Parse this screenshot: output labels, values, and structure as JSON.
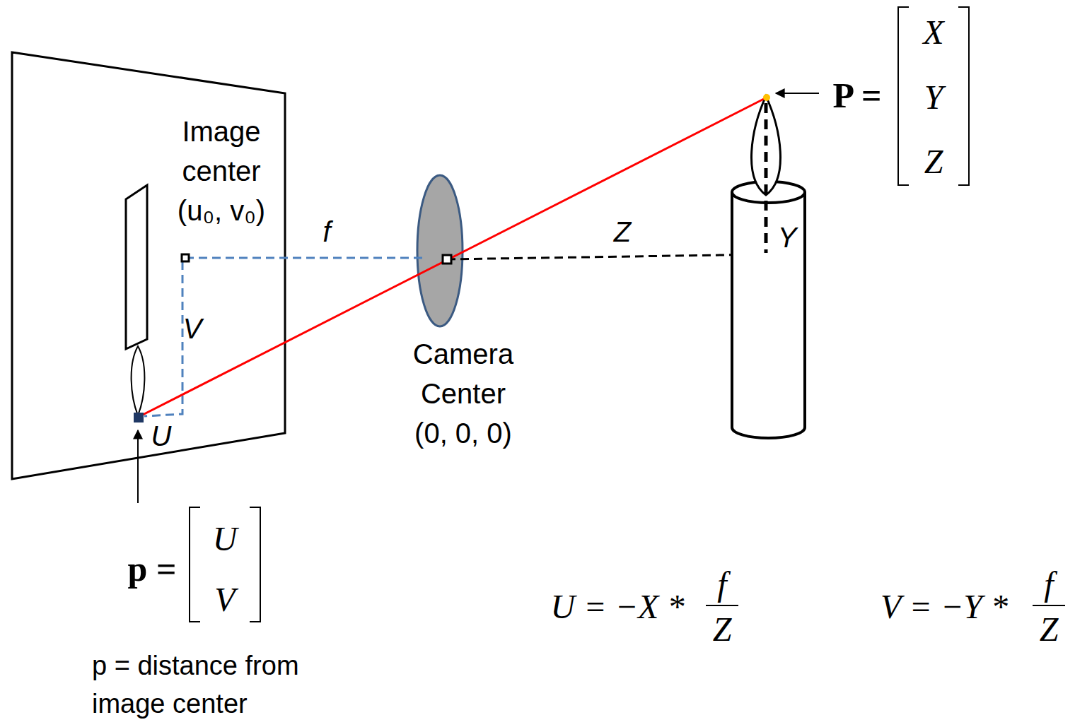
{
  "diagram": {
    "nodes": [
      {
        "text": [
          "Image center (u₀, v₀)",
          "V",
          "U"
        ]
      },
      {
        "text": [
          "Camera Center (0, 0, 0)"
        ]
      }
    ],
    "labels": [
      "f",
      "Z",
      "Y",
      "P =",
      "X",
      "Y",
      "Z",
      "p =",
      "U",
      "V",
      "p = distance from image center",
      "U = −X *",
      "f",
      "Z",
      "V = −Y *",
      "f",
      "Z"
    ]
  }
}
